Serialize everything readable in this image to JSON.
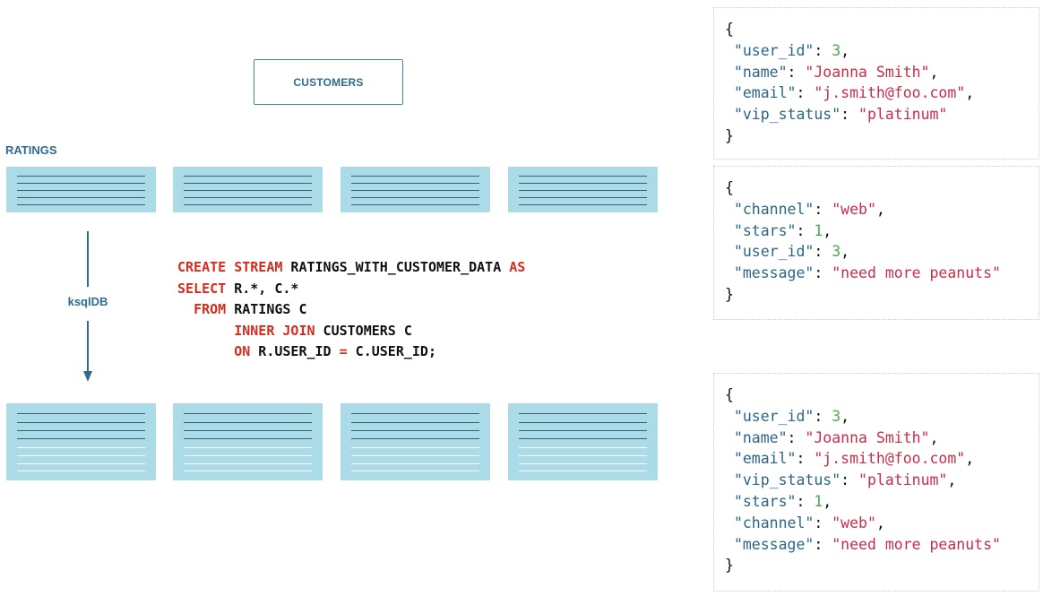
{
  "customers_label": "CUSTOMERS",
  "ratings_label": "RATINGS",
  "ksqldb_label": "ksqlDB",
  "sql": [
    [
      {
        "t": "CREATE",
        "k": true
      },
      {
        "t": " "
      },
      {
        "t": "STREAM",
        "k": true
      },
      {
        "t": " RATINGS_WITH_CUSTOMER_DATA "
      },
      {
        "t": "AS",
        "k": true
      }
    ],
    [
      {
        "t": "SELECT",
        "k": true
      },
      {
        "t": " R.*, C.*"
      }
    ],
    [
      {
        "t": "  "
      },
      {
        "t": "FROM",
        "k": true
      },
      {
        "t": " RATINGS C"
      }
    ],
    [
      {
        "t": "       "
      },
      {
        "t": "INNER JOIN",
        "k": true
      },
      {
        "t": " CUSTOMERS C"
      }
    ],
    [
      {
        "t": "       "
      },
      {
        "t": "ON",
        "k": true
      },
      {
        "t": " R.USER_ID "
      },
      {
        "t": "=",
        "k": true
      },
      {
        "t": " C.USER_ID;"
      }
    ]
  ],
  "json_customer": [
    {
      "key": "user_id",
      "value": "3",
      "type": "number"
    },
    {
      "key": "name",
      "value": "Joanna Smith",
      "type": "string"
    },
    {
      "key": "email",
      "value": "j.smith@foo.com",
      "type": "string"
    },
    {
      "key": "vip_status",
      "value": "platinum",
      "type": "string"
    }
  ],
  "json_rating": [
    {
      "key": "channel",
      "value": "web",
      "type": "string"
    },
    {
      "key": "stars",
      "value": "1",
      "type": "number"
    },
    {
      "key": "user_id",
      "value": "3",
      "type": "number"
    },
    {
      "key": "message",
      "value": "need more peanuts",
      "type": "string"
    }
  ],
  "json_enriched": [
    {
      "key": "user_id",
      "value": "3",
      "type": "number"
    },
    {
      "key": "name",
      "value": "Joanna Smith",
      "type": "string"
    },
    {
      "key": "email",
      "value": "j.smith@foo.com",
      "type": "string"
    },
    {
      "key": "vip_status",
      "value": "platinum",
      "type": "string"
    },
    {
      "key": "stars",
      "value": "1",
      "type": "number"
    },
    {
      "key": "channel",
      "value": "web",
      "type": "string"
    },
    {
      "key": "message",
      "value": "need more peanuts",
      "type": "string"
    }
  ],
  "colors": {
    "accent": "#2e6b8f",
    "message_fill": "#abdbe6",
    "sql_keyword": "#d52b20",
    "json_key": "#2b6784",
    "json_string": "#c82d4a",
    "json_number": "#4aaa4a"
  }
}
